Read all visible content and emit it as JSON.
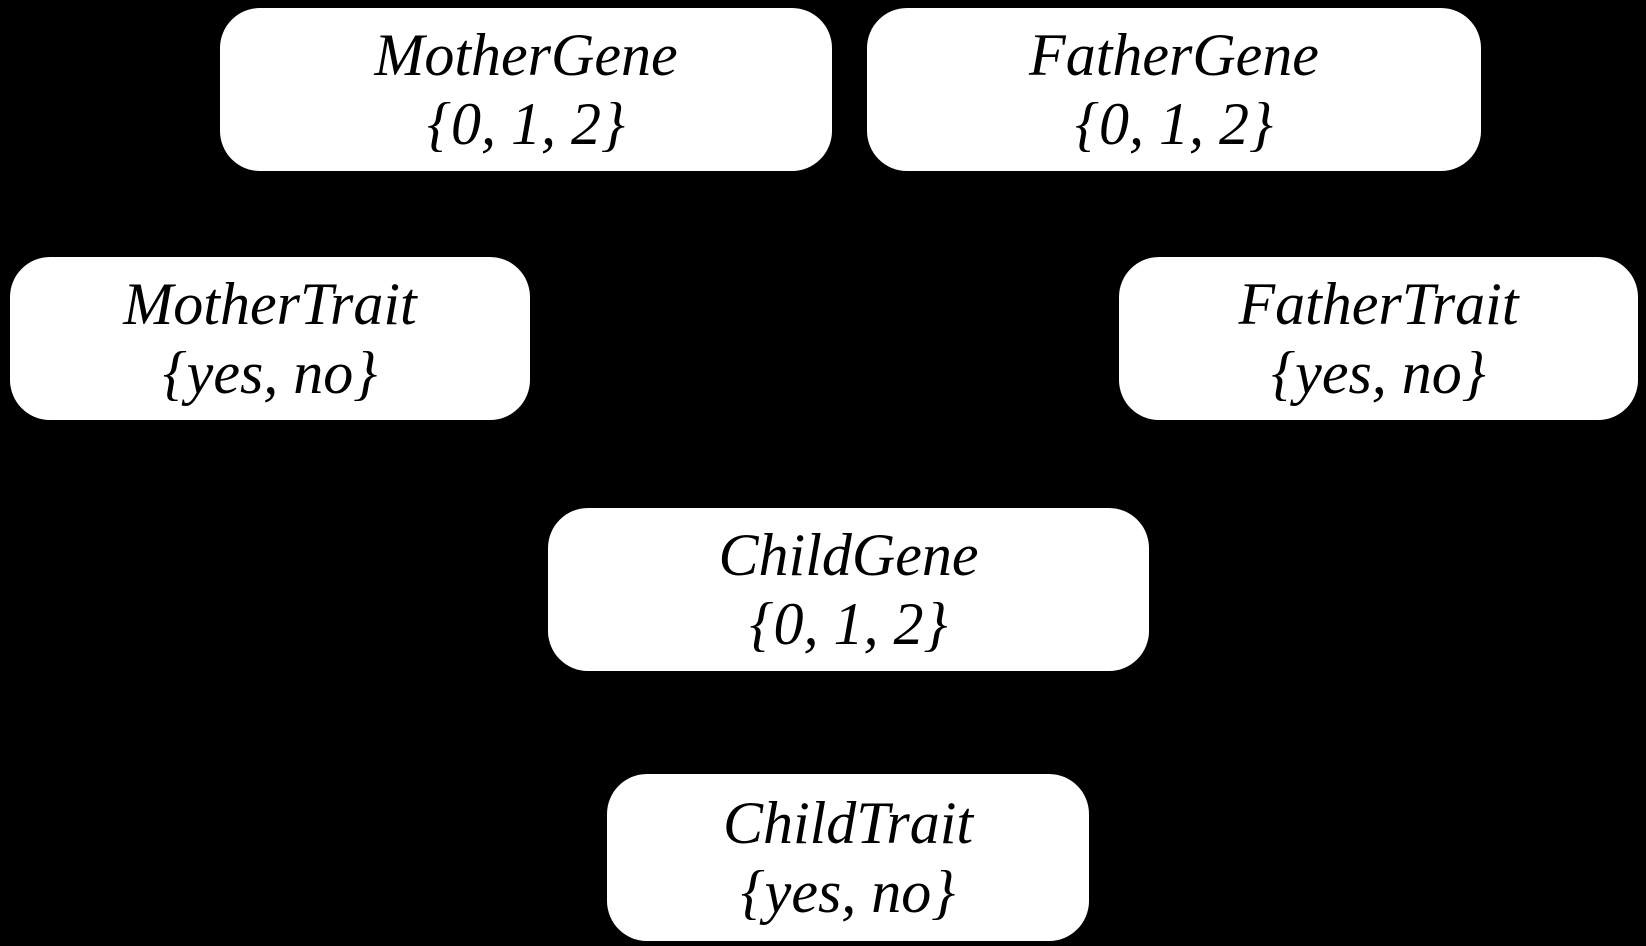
{
  "diagram": {
    "type": "bayesian-network",
    "background_color": "#000000",
    "node_fill_color": "#ffffff",
    "node_text_color": "#000000",
    "nodes": [
      {
        "id": "mother-gene",
        "label": "MotherGene",
        "domain": "{0, 1, 2}"
      },
      {
        "id": "father-gene",
        "label": "FatherGene",
        "domain": "{0, 1, 2}"
      },
      {
        "id": "mother-trait",
        "label": "MotherTrait",
        "domain": "{yes, no}"
      },
      {
        "id": "father-trait",
        "label": "FatherTrait",
        "domain": "{yes, no}"
      },
      {
        "id": "child-gene",
        "label": "ChildGene",
        "domain": "{0, 1, 2}"
      },
      {
        "id": "child-trait",
        "label": "ChildTrait",
        "domain": "{yes, no}"
      }
    ]
  }
}
